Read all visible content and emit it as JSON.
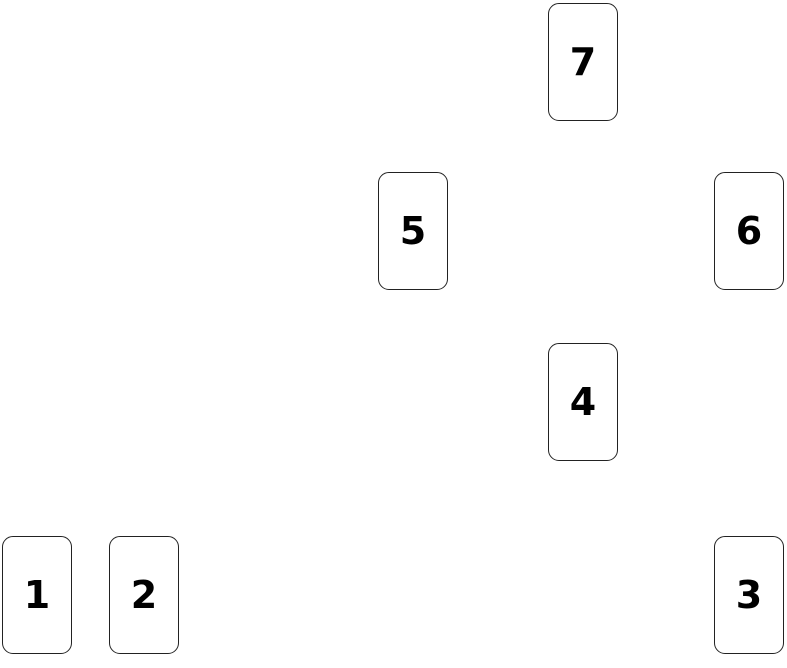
{
  "cards": [
    {
      "label": "1"
    },
    {
      "label": "2"
    },
    {
      "label": "3"
    },
    {
      "label": "4"
    },
    {
      "label": "5"
    },
    {
      "label": "6"
    },
    {
      "label": "7"
    }
  ]
}
